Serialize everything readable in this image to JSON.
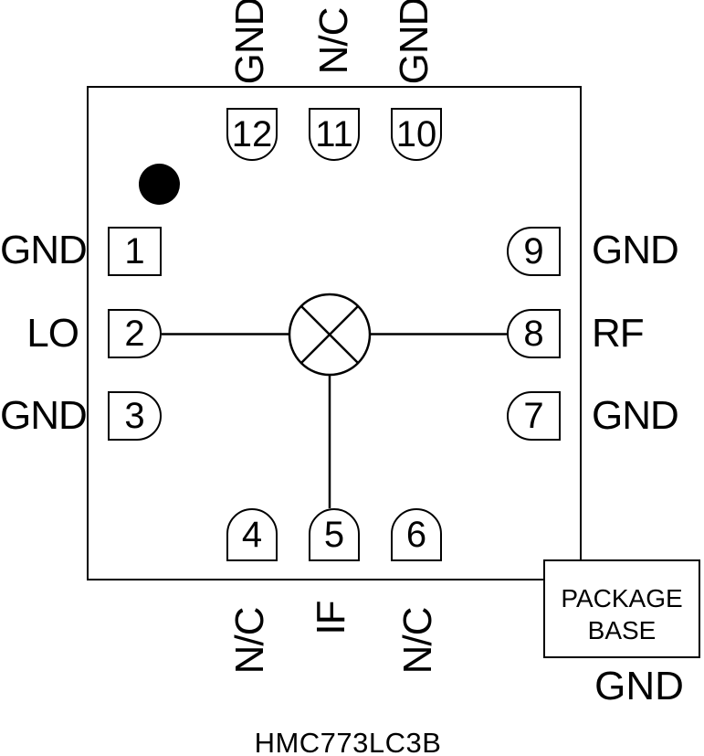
{
  "part_number": "HMC773LC3B",
  "pins": {
    "p1": {
      "num": "1",
      "label": "GND"
    },
    "p2": {
      "num": "2",
      "label": "LO"
    },
    "p3": {
      "num": "3",
      "label": "GND"
    },
    "p4": {
      "num": "4",
      "label": "N/C"
    },
    "p5": {
      "num": "5",
      "label": "IF"
    },
    "p6": {
      "num": "6",
      "label": "N/C"
    },
    "p7": {
      "num": "7",
      "label": "GND"
    },
    "p8": {
      "num": "8",
      "label": "RF"
    },
    "p9": {
      "num": "9",
      "label": "GND"
    },
    "p10": {
      "num": "10",
      "label": "GND"
    },
    "p11": {
      "num": "11",
      "label": "N/C"
    },
    "p12": {
      "num": "12",
      "label": "GND"
    }
  },
  "package_base": {
    "line1": "PACKAGE",
    "line2": "BASE",
    "ground_label": "GND"
  },
  "icons": {
    "mixer": "circle-with-x-mixer-symbol",
    "pin1_marker": "filled-black-dot"
  },
  "colors": {
    "ink": "#000000",
    "background": "#ffffff"
  }
}
